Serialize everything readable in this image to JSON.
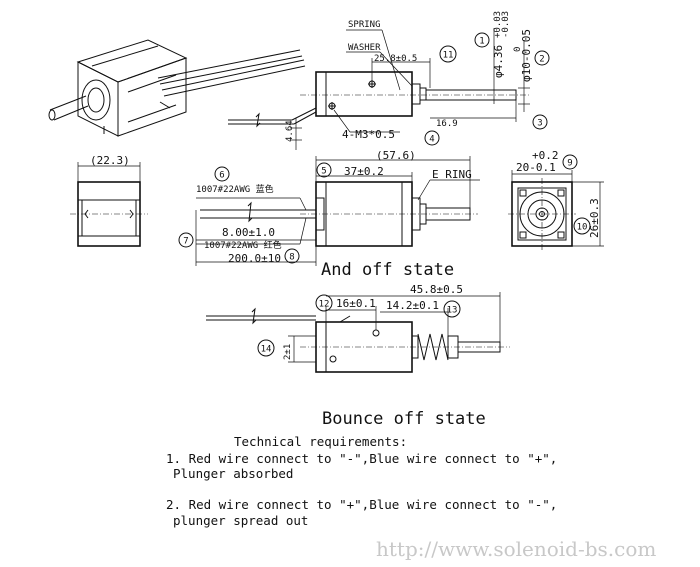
{
  "callouts": {
    "spring": "SPRING",
    "washer": "WASHER",
    "e_ring": "E RING",
    "wire_blue": "1007#22AWG 蓝色",
    "wire_red": "1007#22AWG 红色",
    "mount_screws": "4-M3*0.5"
  },
  "dimensions": {
    "shaft_dia": "φ4.36",
    "shaft_tol_upper": "+0.03",
    "shaft_tol_lower": "-0.03",
    "plunger_dia": "φ10-0.05",
    "plunger_tol": "0",
    "spring_len": "25.8±0.5",
    "stroke_offset": "16.9",
    "screw_offset": "4.64",
    "end_width": "(22.3)",
    "total_len": "(57.6)",
    "body_len": "37±0.2",
    "wire_strip": "8.00±1.0",
    "wire_len": "200.0±10",
    "frame_width": "20-0.1",
    "frame_width_tol": "+0.2",
    "frame_height": "26±0.3",
    "bounce_total": "45.8±0.5",
    "bounce_body": "16±0.1",
    "bounce_spring": "14.2±0.1",
    "bounce_offset": "2±1"
  },
  "balloons": [
    "1",
    "2",
    "3",
    "4",
    "5",
    "6",
    "7",
    "8",
    "9",
    "10",
    "11",
    "12",
    "13",
    "14"
  ],
  "states": {
    "and_off": "And off state",
    "bounce_off": "Bounce off state"
  },
  "requirements": {
    "heading": "Technical requirements:",
    "item1_line1": "1. Red wire connect to \"-\",Blue wire connect to \"+\",",
    "item1_line2": "Plunger absorbed",
    "item2_line1": "2. Red wire connect to \"+\",Blue wire connect to \"-\",",
    "item2_line2": "plunger spread out"
  },
  "watermark": "http://www.solenoid-bs.com"
}
